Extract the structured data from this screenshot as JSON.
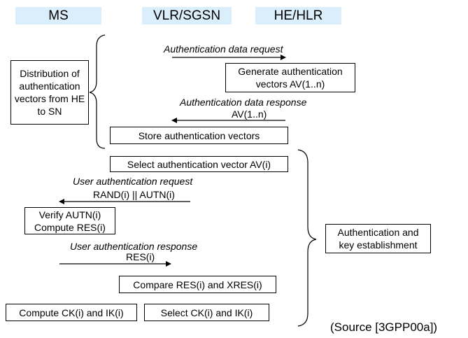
{
  "headers": {
    "ms": "MS",
    "vlr_sgsn": "VLR/SGSN",
    "he_hlr": "HE/HLR"
  },
  "phases": {
    "distribution": "Distribution of authentication vectors from HE to SN",
    "auth_key": "Authentication and key establishment"
  },
  "messages": {
    "auth_data_request": "Authentication data request",
    "auth_data_response": "Authentication data response",
    "auth_data_response_param": "AV(1..n)",
    "user_auth_request": "User authentication request",
    "user_auth_request_param": "RAND(i) || AUTN(i)",
    "user_auth_response": "User authentication response",
    "user_auth_response_param": "RES(i)"
  },
  "steps": {
    "generate_av": "Generate authentication vectors AV(1..n)",
    "store_av": "Store authentication vectors",
    "select_av": "Select authentication vector AV(i)",
    "verify_autn": "Verify AUTN(i) Compute RES(i)",
    "compare_res": "Compare RES(i) and XRES(i)",
    "compute_ck_ik": "Compute CK(i) and IK(i)",
    "select_ck_ik": "Select CK(i) and IK(i)"
  },
  "source": "(Source [3GPP00a])",
  "colors": {
    "header_fill": "#dbeefb",
    "line": "#000000"
  }
}
